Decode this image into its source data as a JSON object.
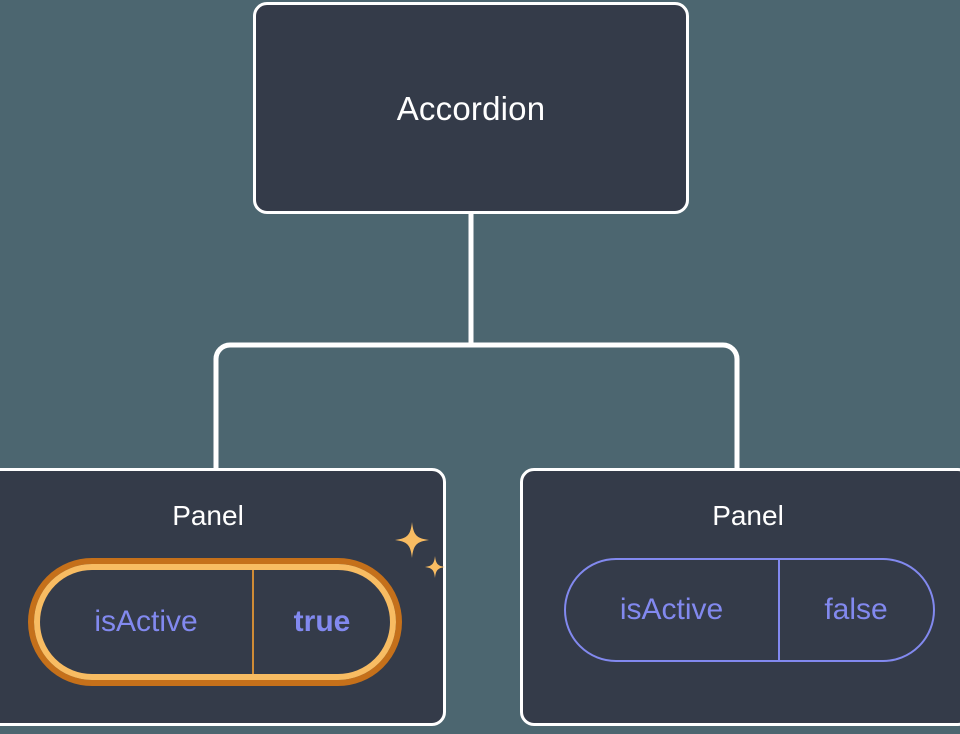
{
  "canvas": {
    "background_color": "#4c6670",
    "card_fill_color": "#343b49",
    "card_border_color": "#ffffff",
    "connector_color": "#ffffff",
    "prop_text_color": "#8289ef",
    "highlight_outer_ring_color": "#c5701a",
    "highlight_inner_ring_color": "#f8bc62",
    "sparkle_color": "#f8bc62"
  },
  "tree": {
    "root": {
      "title": "Accordion"
    },
    "children": [
      {
        "title": "Panel",
        "highlighted": true,
        "prop": {
          "key": "isActive",
          "value": "true"
        },
        "decoration": "sparkles"
      },
      {
        "title": "Panel",
        "highlighted": false,
        "prop": {
          "key": "isActive",
          "value": "false"
        }
      }
    ]
  }
}
